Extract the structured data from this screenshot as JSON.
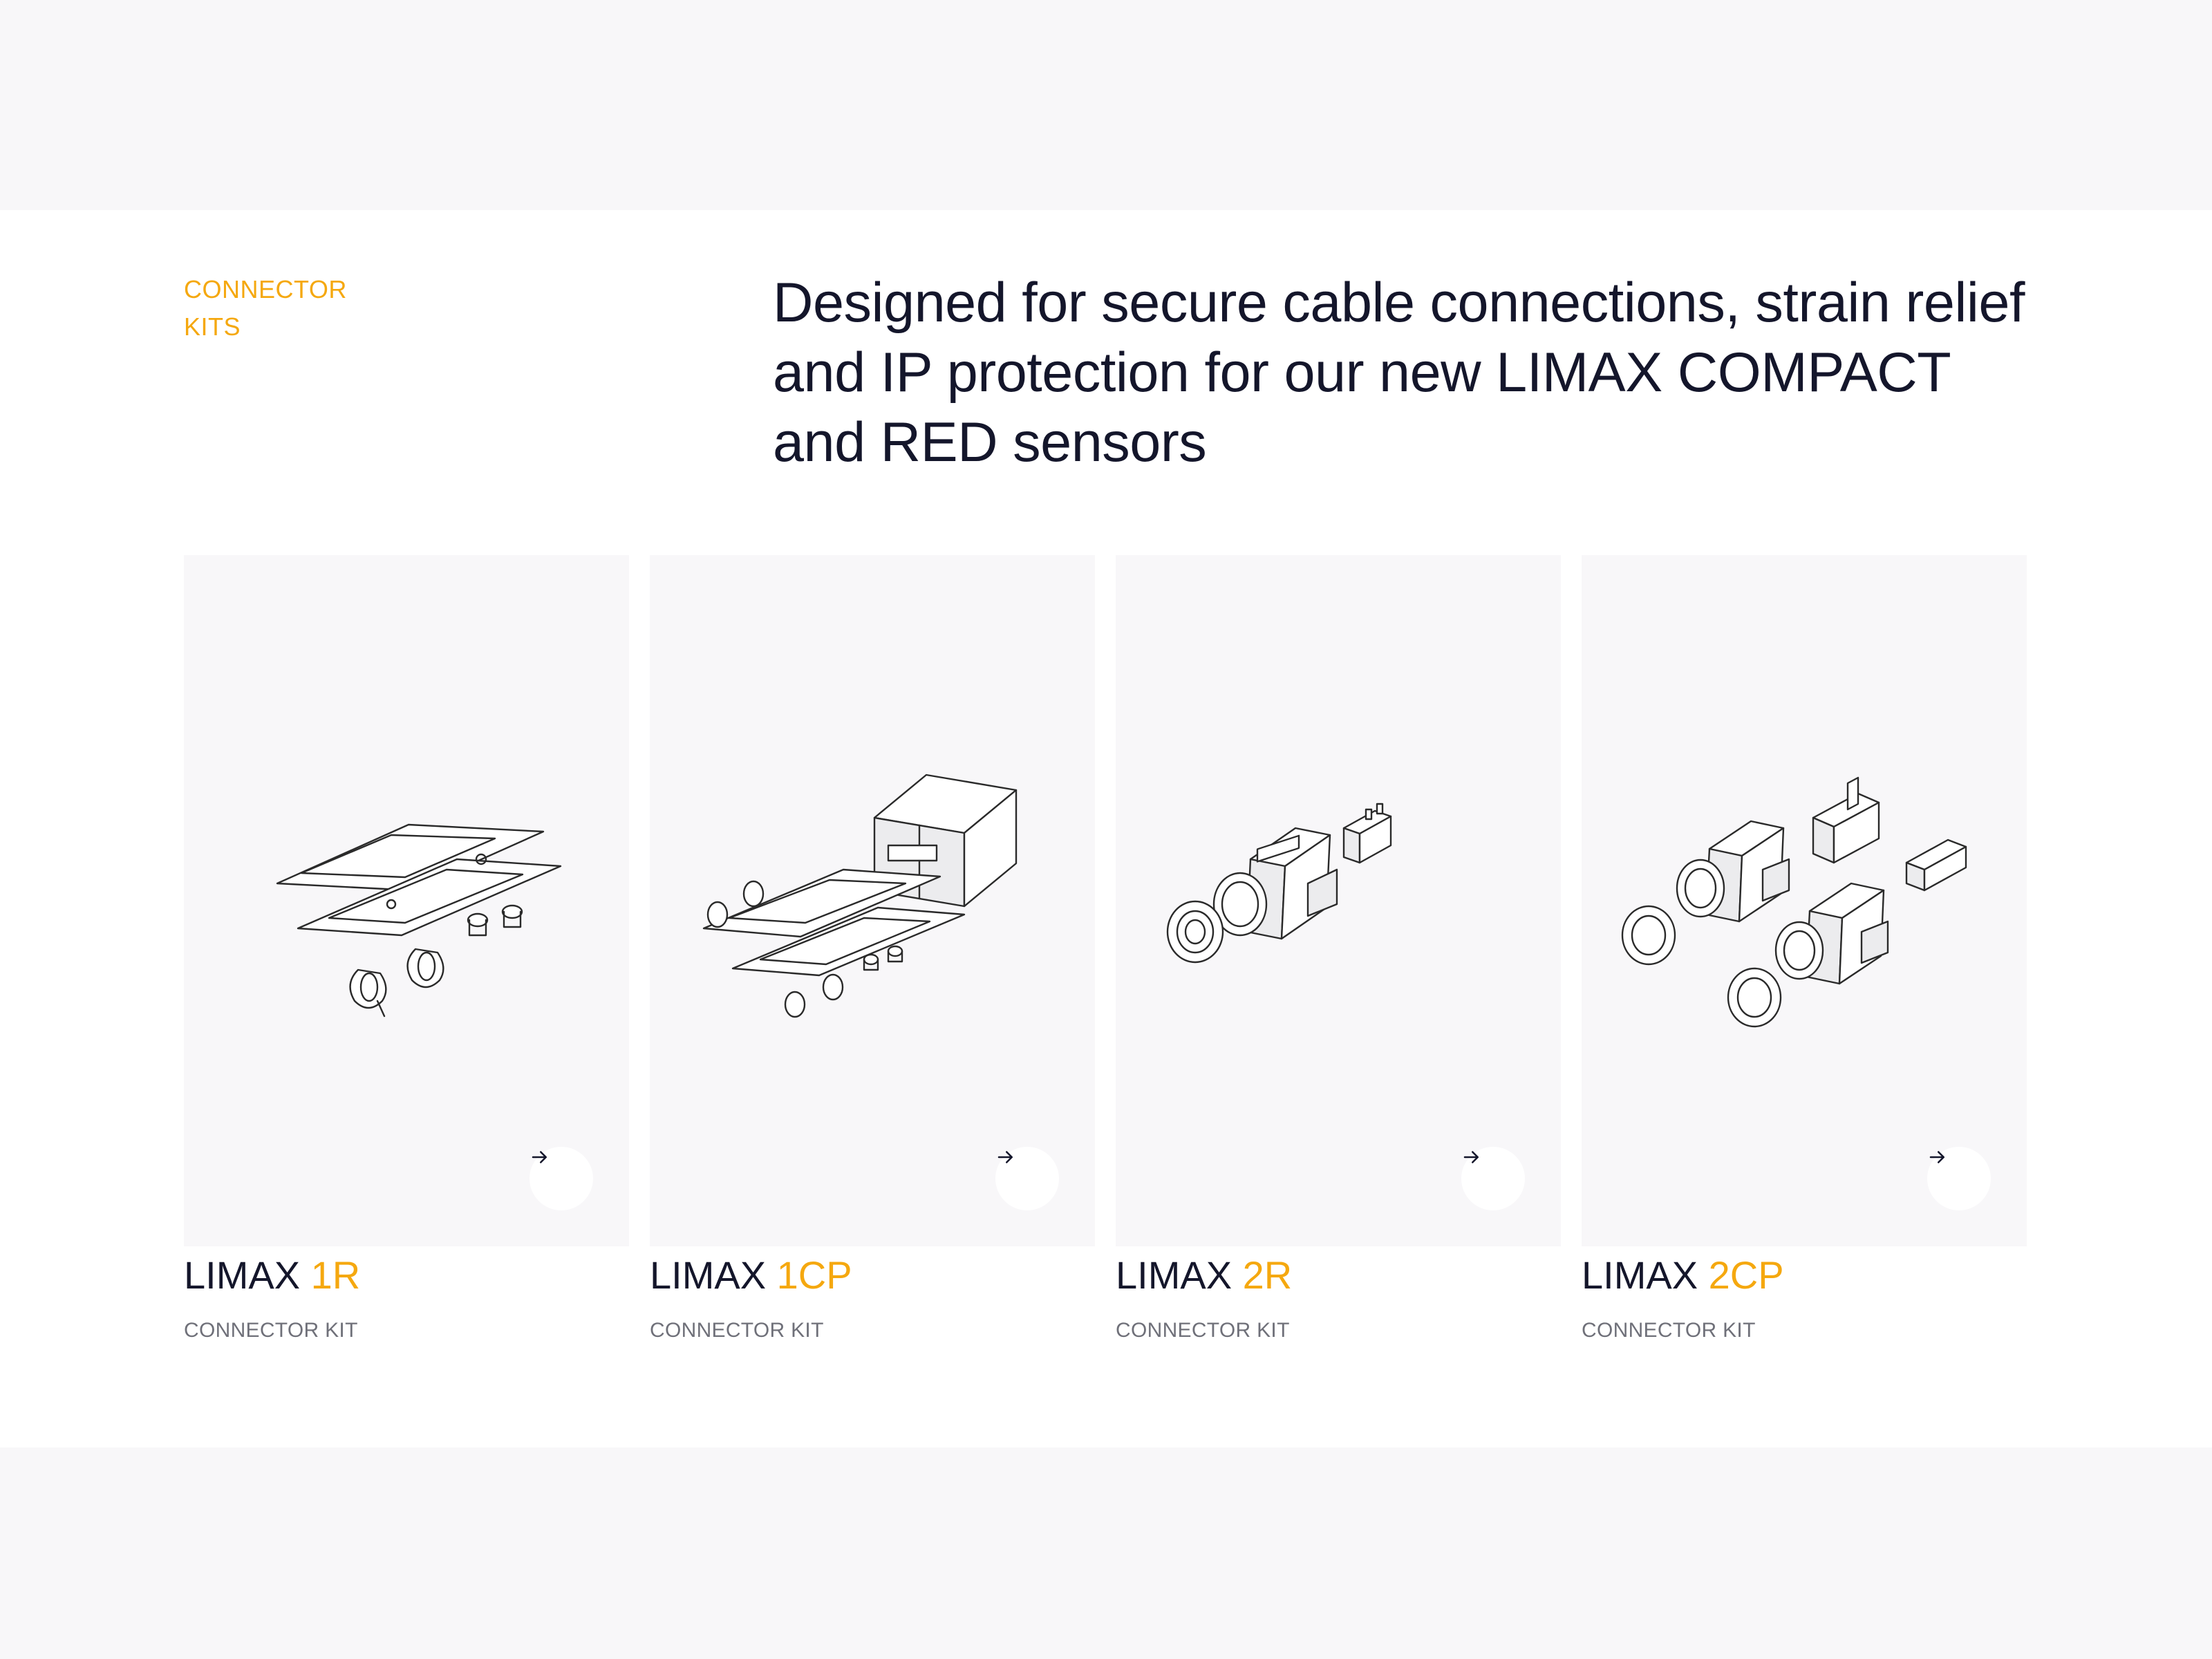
{
  "section": {
    "eyebrow_line1": "CONNECTOR",
    "eyebrow_line2": "KITS",
    "headline": "Designed for secure cable connections, strain relief and IP protection for our new LIMAX COMPACT and RED sensors"
  },
  "colors": {
    "accent": "#f5a80f",
    "text": "#14162b",
    "muted": "#6f7079",
    "page_bg": "#f8f7f9",
    "section_bg": "#ffffff"
  },
  "cards": [
    {
      "brand": "LIMAX",
      "code": "1R",
      "subtitle": "CONNECTOR KIT",
      "icon": "arrow-right-icon"
    },
    {
      "brand": "LIMAX",
      "code": "1CP",
      "subtitle": "CONNECTOR KIT",
      "icon": "arrow-right-icon"
    },
    {
      "brand": "LIMAX",
      "code": "2R",
      "subtitle": "CONNECTOR KIT",
      "icon": "arrow-right-icon"
    },
    {
      "brand": "LIMAX",
      "code": "2CP",
      "subtitle": "CONNECTOR KIT",
      "icon": "arrow-right-icon"
    }
  ]
}
